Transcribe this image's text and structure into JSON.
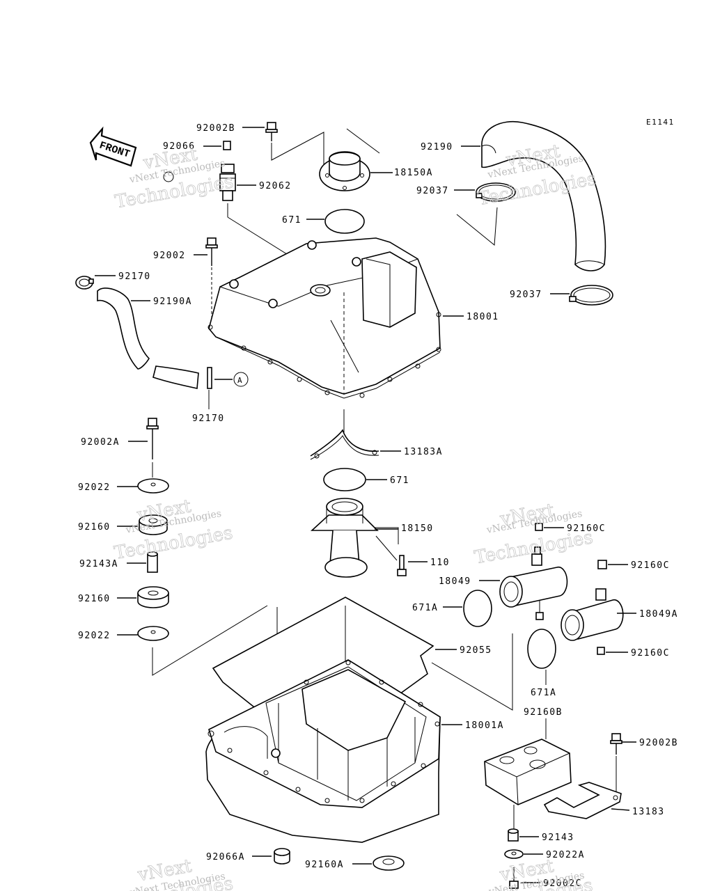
{
  "diagram_code": "E1141",
  "front_label": "FRONT",
  "callout_a": "A",
  "watermark": {
    "line1": "vNext",
    "line2": "Technologies",
    "full": "vNext Technologies"
  },
  "parts": {
    "p92002B_top": "92002B",
    "p92066": "92066",
    "p92062": "92062",
    "p18150A": "18150A",
    "p92190": "92190",
    "p92037_top": "92037",
    "p671_top": "671",
    "p92002": "92002",
    "p92170_top": "92170",
    "p92190A": "92190A",
    "p18001": "18001",
    "p92037_bottom": "92037",
    "p92170_bottom": "92170",
    "p92002A": "92002A",
    "p13183A": "13183A",
    "p92022_top": "92022",
    "p671_mid": "671",
    "p92160_top": "92160",
    "p18150": "18150",
    "p92160C_1": "92160C",
    "p92143A": "92143A",
    "p110": "110",
    "p18049": "18049",
    "p92160C_2": "92160C",
    "p92160_bottom": "92160",
    "p671A_left": "671A",
    "p18049A": "18049A",
    "p92022_bottom": "92022",
    "p92055": "92055",
    "p92160C_3": "92160C",
    "p671A_right": "671A",
    "p92160B": "92160B",
    "p18001A": "18001A",
    "p92002B_bottom": "92002B",
    "p13183": "13183",
    "p92143": "92143",
    "p92066A": "92066A",
    "p92022A": "92022A",
    "p92160A": "92160A",
    "p92002C": "92002C"
  }
}
